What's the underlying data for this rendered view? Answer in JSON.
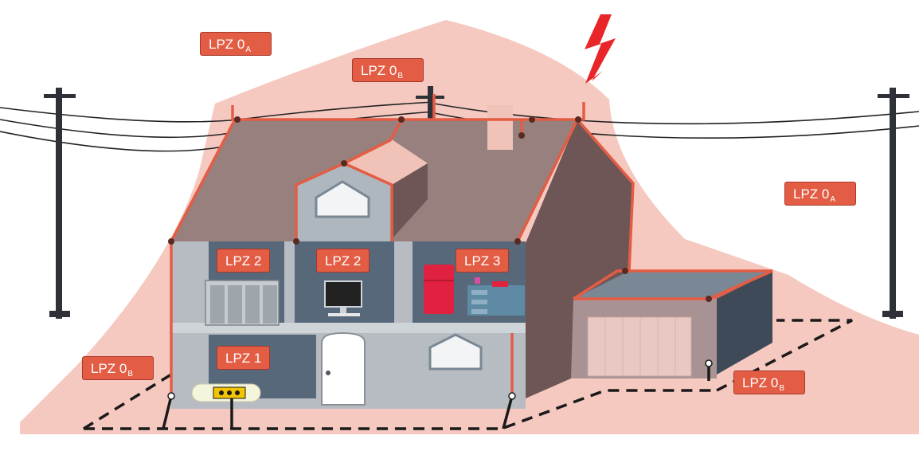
{
  "zones": {
    "lpz0a_top": {
      "text": "LPZ 0",
      "sub": "A"
    },
    "lpz0b_top": {
      "text": "LPZ 0",
      "sub": "B"
    },
    "lpz0a_right": {
      "text": "LPZ 0",
      "sub": "A"
    },
    "lpz0b_left": {
      "text": "LPZ 0",
      "sub": "B"
    },
    "lpz0b_right": {
      "text": "LPZ 0",
      "sub": "B"
    },
    "lpz2_left": {
      "text": "LPZ 2"
    },
    "lpz2_mid": {
      "text": "LPZ 2"
    },
    "lpz3": {
      "text": "LPZ 3"
    },
    "lpz1": {
      "text": "LPZ 1"
    }
  },
  "colors": {
    "protection_zone": "#f2b7ab",
    "label_fill": "#e35d45",
    "air_terminal": "#e35d45",
    "lightning": "#e8262a",
    "roof": "#97807d",
    "wall_dark": "#6e5656",
    "room_grey": "#b6bcc2",
    "ground_line": "#1a1a1a"
  },
  "icons": [
    "lightning-bolt-icon",
    "utility-pole-icon",
    "server-rack-icon",
    "computer-monitor-icon",
    "refrigerator-icon",
    "kitchen-cabinet-icon",
    "door-icon",
    "garage-door-icon",
    "bonding-bar-icon"
  ]
}
